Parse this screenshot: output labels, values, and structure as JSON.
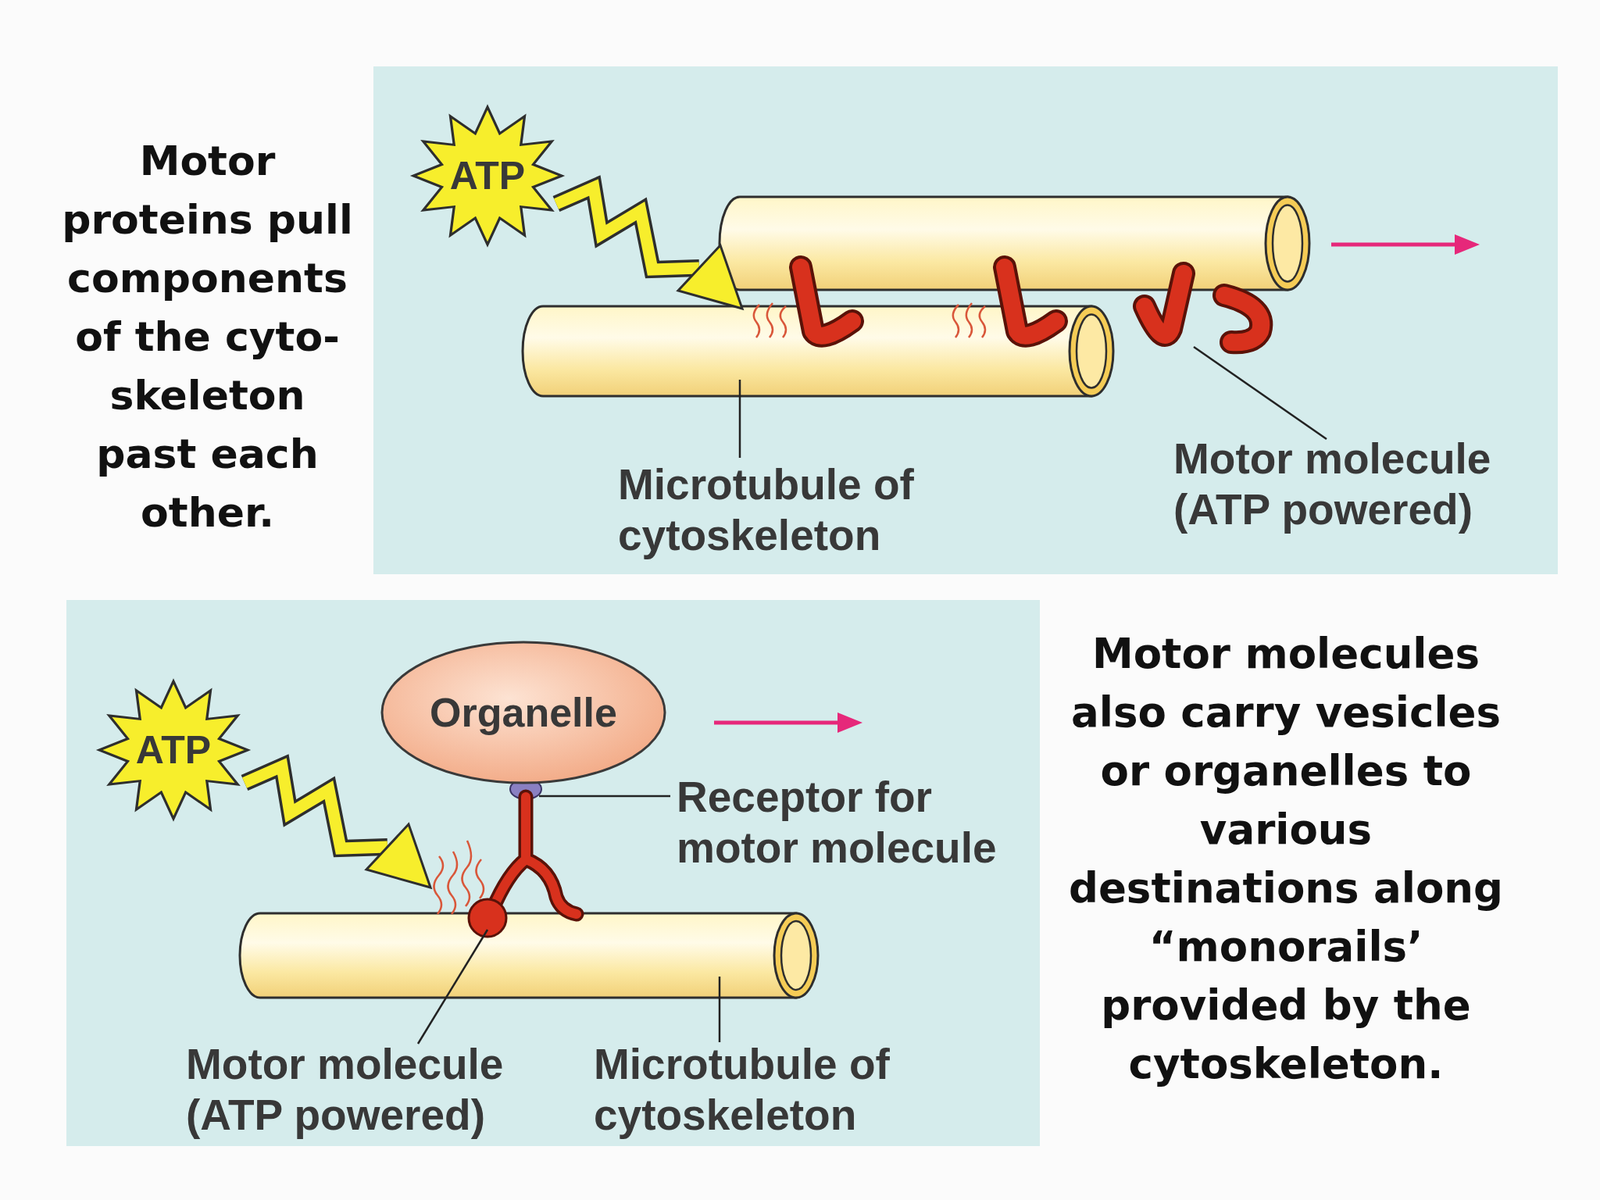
{
  "diagram": {
    "nodes": [
      {
        "text": [
          "Organelle"
        ]
      }
    ],
    "labels": [
      "Motor proteins pull components of the cyto- skeleton past each other.",
      "ATP",
      "Microtubule of cytoskeleton",
      "Motor molecule (ATP powered)",
      "ATP",
      "Receptor for motor molecule",
      "Motor molecule (ATP powered)",
      "Microtubule of cytoskeleton",
      "Motor molecules also carry vesicles or organelles to various destinations along “monorails’ provided by the cytoskeleton."
    ]
  }
}
